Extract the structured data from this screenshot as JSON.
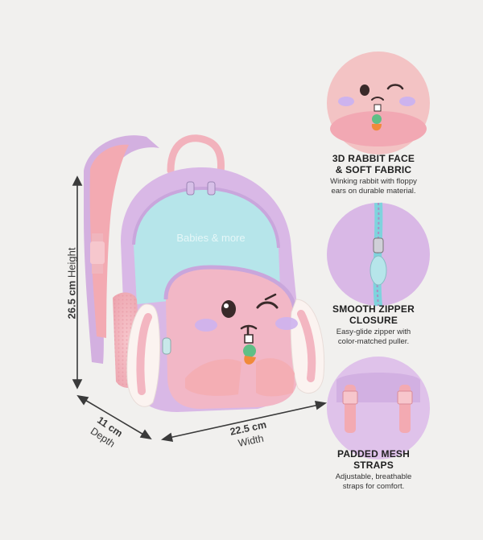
{
  "dimensions": {
    "height_value": "26.5 cm",
    "height_label": "Height",
    "depth_value": "11 cm",
    "depth_label": "Depth",
    "width_value": "22.5 cm",
    "width_label": "Width"
  },
  "product": {
    "brand_text": "Babies & more"
  },
  "features": [
    {
      "title_line1": "3D RABBIT FACE",
      "title_line2": "& SOFT FABRIC",
      "desc_line1": "Winking rabbit with floppy",
      "desc_line2": "ears on durable material.",
      "icon": "rabbit-face-closeup"
    },
    {
      "title_line1": "SMOOTH ZIPPER",
      "title_line2": "CLOSURE",
      "desc_line1": "Easy-glide zipper with",
      "desc_line2": "color-matched puller.",
      "icon": "zipper-closeup"
    },
    {
      "title_line1": "PADDED MESH",
      "title_line2": "STRAPS",
      "desc_line1": "Adjustable, breathable",
      "desc_line2": "straps for comfort.",
      "icon": "straps-closeup"
    }
  ],
  "colors": {
    "background": "#f1f0ee",
    "lavender": "#d9b9e6",
    "mint": "#b7e7ea",
    "pink": "#f2b6bf",
    "peach": "#f7cfc7",
    "text": "#333333"
  }
}
